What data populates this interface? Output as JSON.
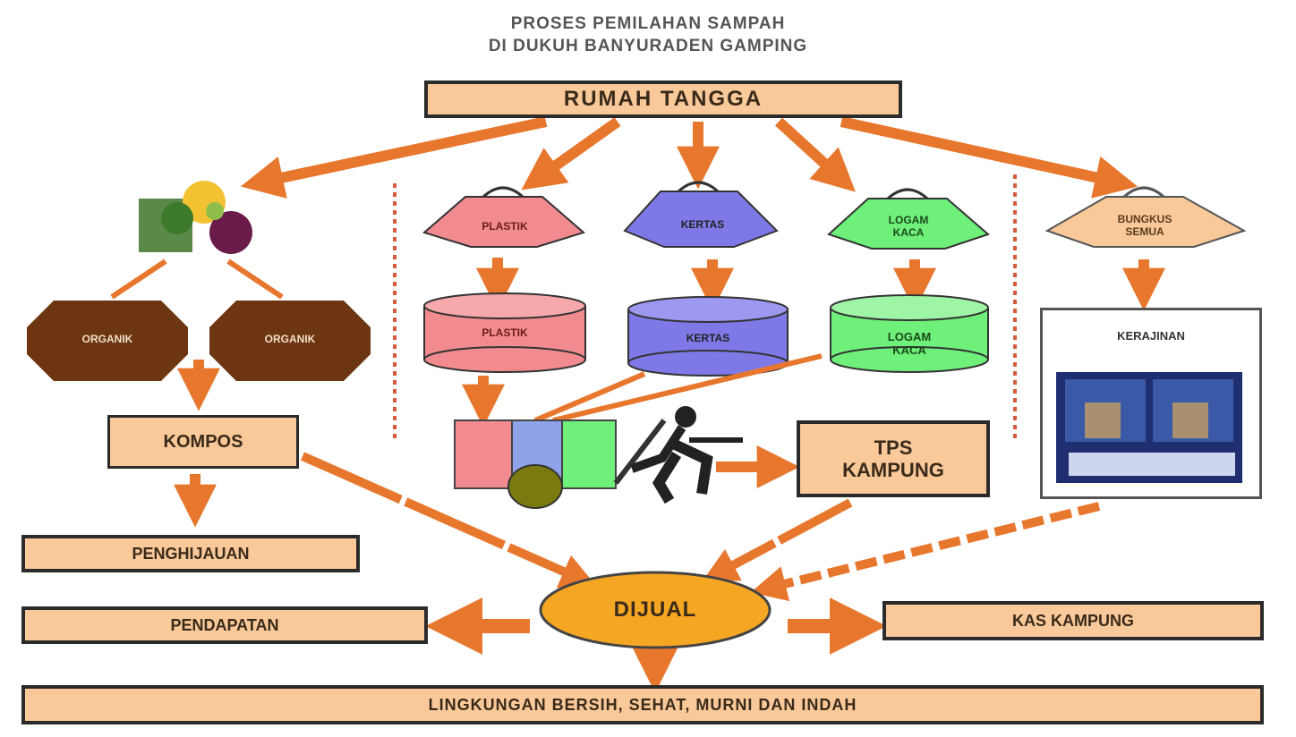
{
  "title": {
    "line1": "PROSES PEMILAHAN SAMPAH",
    "line2": "DI DUKUH BANYURADEN GAMPING"
  },
  "source": "RUMAH TANGGA",
  "organic": {
    "types": [
      "ORGANIK",
      "ORGANIK"
    ],
    "product": "KOMPOS",
    "use": "PENGHIJAUAN"
  },
  "sorting": {
    "bins": [
      {
        "label": "PLASTIK",
        "container": "PLASTIK",
        "color": "#f28b8f"
      },
      {
        "label": "KERTAS",
        "container": "KERTAS",
        "color": "#7f79e8"
      },
      {
        "label": "LOGAM\nKACA",
        "container": "LOGAM\nKACA",
        "color": "#6ef07a"
      }
    ],
    "depot": "TPS\nKAMPUNG"
  },
  "craft": {
    "source": "BUNGKUS\nSEMUA",
    "product": "KERAJINAN"
  },
  "sold": "DIJUAL",
  "outcomes": {
    "left": "PENDAPATAN",
    "right": "KAS KAMPUNG",
    "bottom": "LINGKUNGAN BERSIH, SEHAT, MURNI DAN INDAH"
  },
  "colors": {
    "arrow": "#e8772e",
    "box_fill": "#f9c99a",
    "organic_fill": "#6e3512",
    "sold_fill": "#f5a623",
    "cart_wheel": "#7a7a10"
  }
}
